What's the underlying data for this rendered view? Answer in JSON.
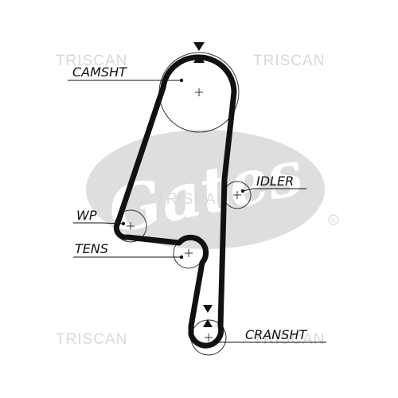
{
  "watermarks": [
    "TRISCAN",
    "TRISCAN",
    "TRISCAN",
    "TRISCAN",
    "TRISCAN"
  ],
  "logo_text": "Gates",
  "labels": {
    "camshaft": "CAMSHT",
    "idler": "IDLER",
    "water_pump": "WP",
    "tensioner": "TENS",
    "crankshaft": "CRANSHT"
  },
  "colors": {
    "belt": "#111111",
    "watermark": "#d9d9d9",
    "logo": "#dedede"
  }
}
